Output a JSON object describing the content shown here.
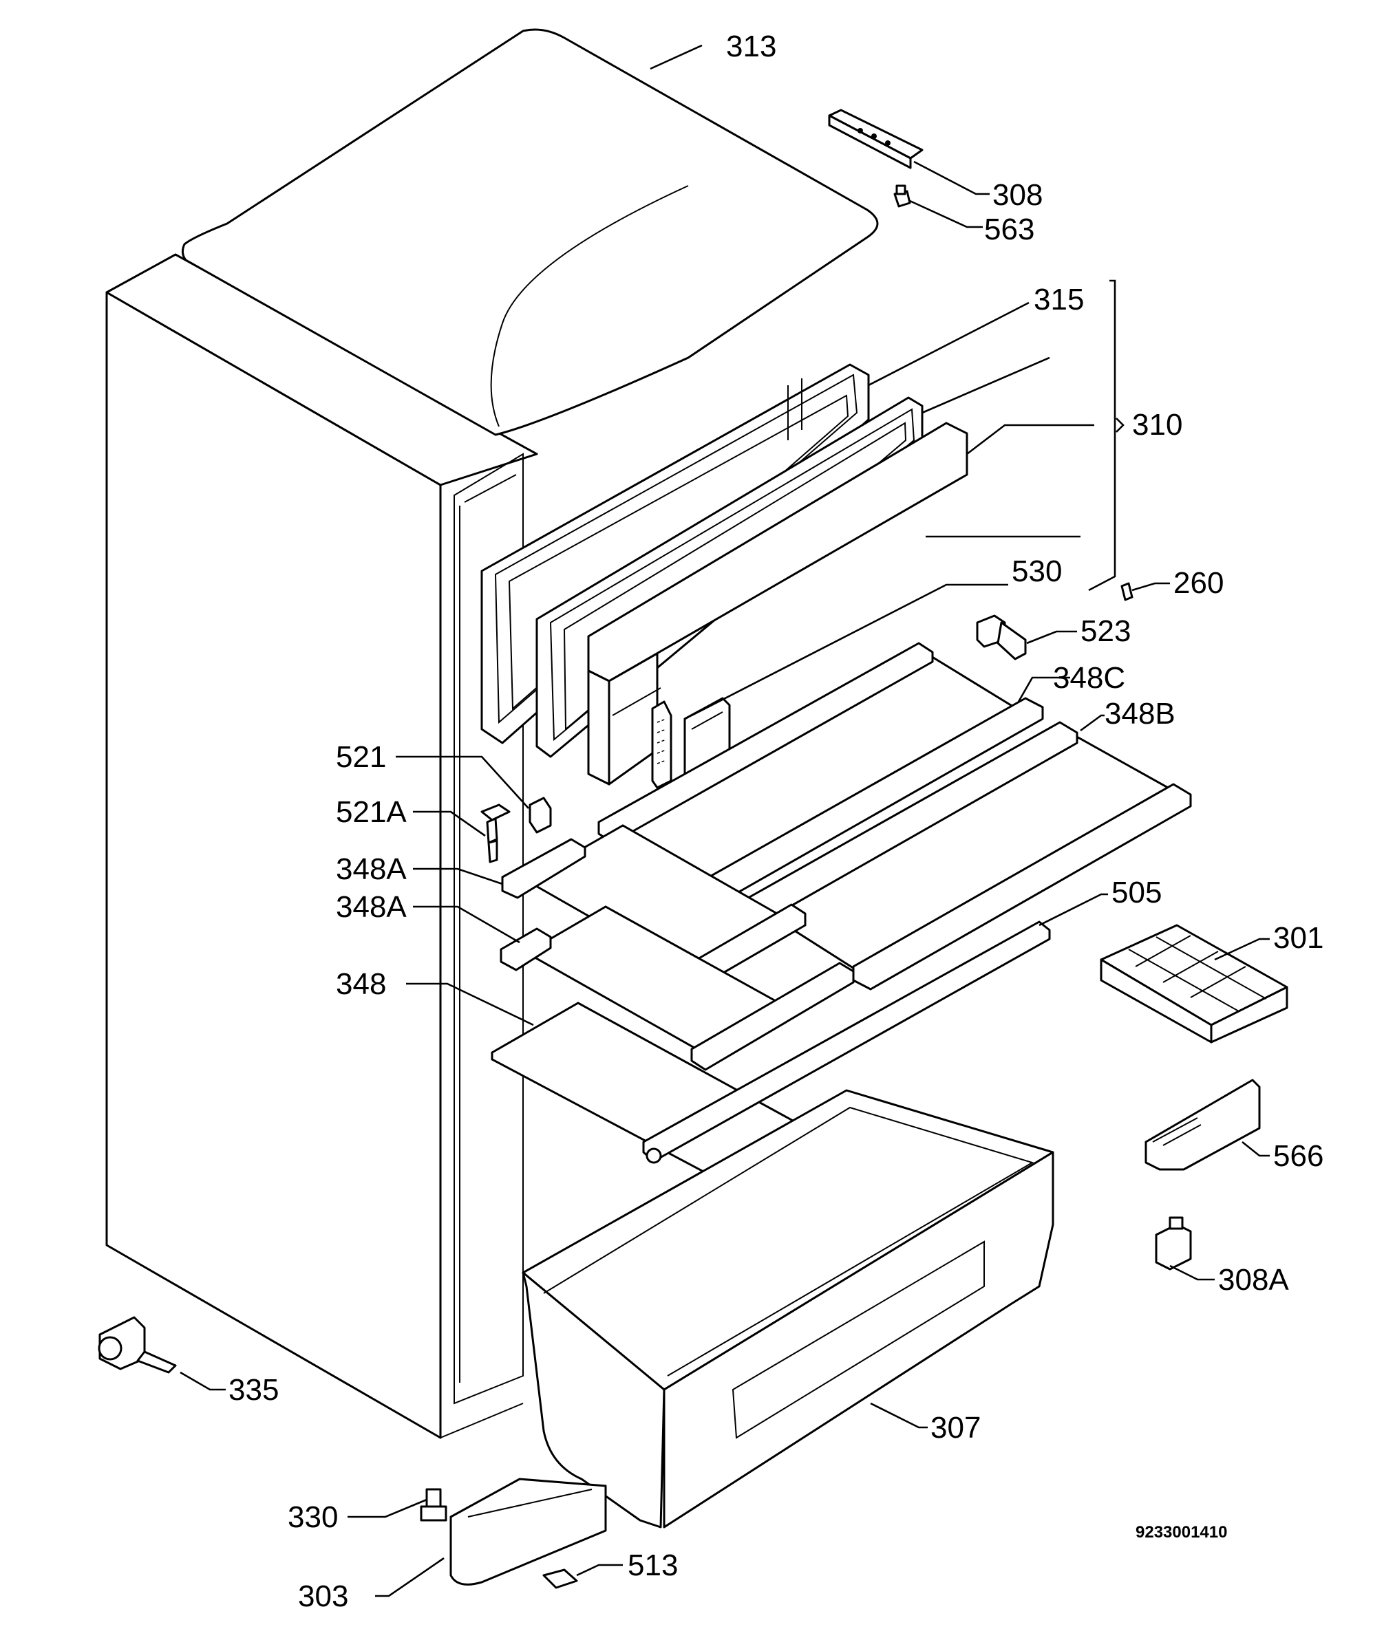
{
  "callouts": {
    "c313": "313",
    "c308": "308",
    "c563": "563",
    "c315": "315",
    "c310": "310",
    "c530": "530",
    "c260": "260",
    "c523": "523",
    "c348C": "348C",
    "c348B": "348B",
    "c521": "521",
    "c521A": "521A",
    "c348A_1": "348A",
    "c348A_2": "348A",
    "c505": "505",
    "c301": "301",
    "c348": "348",
    "c566": "566",
    "c308A": "308A",
    "c335": "335",
    "c307": "307",
    "c330": "330",
    "c513": "513",
    "c303": "303"
  },
  "reference_number": "9233001410"
}
